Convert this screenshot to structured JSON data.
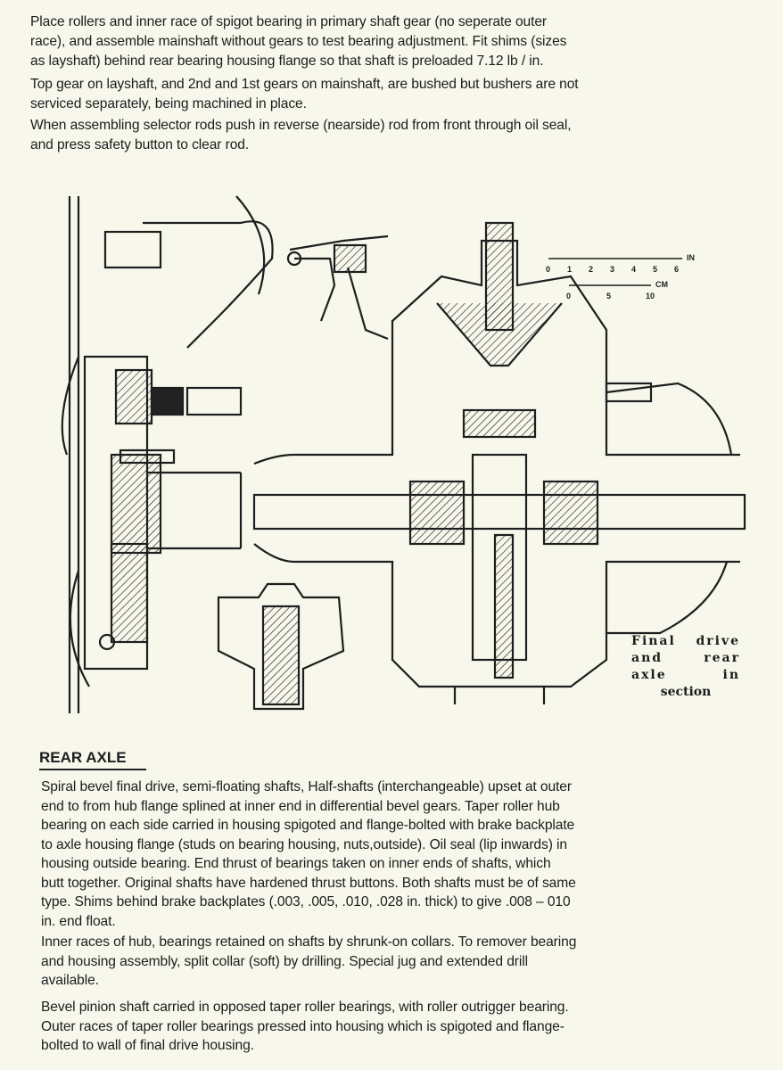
{
  "intro_paragraphs": [
    [
      "Place rollers and inner race of spigot bearing in primary shaft gear (no seperate outer",
      "race), and assemble mainshaft without gears to test bearing adjustment.  Fit shims (sizes",
      "as layshaft) behind rear bearing housing flange so that shaft is preloaded 7.12 lb / in."
    ],
    [
      "Top gear on layshaft, and 2nd and 1st gears on mainshaft, are bushed but bushers are not",
      "serviced separately, being machined in place."
    ],
    [
      "When assembling selector rods push in reverse (nearside) rod from front through oil seal,",
      "and press safety button to clear rod."
    ]
  ],
  "figure": {
    "caption_lines": [
      "Final drive",
      "and rear",
      "axle in",
      "section"
    ],
    "scale_inches": {
      "ticks": [
        "0",
        "1",
        "2",
        "3",
        "4",
        "5",
        "6"
      ],
      "unit": "IN"
    },
    "scale_cm": {
      "ticks": [
        "0",
        "5",
        "10"
      ],
      "unit": "CM"
    }
  },
  "section": {
    "heading": "REAR AXLE",
    "paragraphs": [
      [
        "Spiral bevel final drive, semi-floating shafts,  Half-shafts (interchangeable) upset at outer",
        "end to from hub flange splined at inner end in differential bevel gears.  Taper roller hub",
        "bearing on each side carried in housing spigoted and flange-bolted with brake backplate",
        "to axle housing flange (studs on bearing housing, nuts,outside).  Oil seal (lip inwards) in",
        "housing outside bearing.  End thrust of bearings taken on inner ends of shafts, which",
        "butt together. Original shafts have hardened thrust buttons.  Both shafts must be of same",
        "type.  Shims behind brake backplates (.003, .005, .010, .028 in. thick) to give .008 – 010",
        "in. end float."
      ],
      [
        "Inner races of hub, bearings retained on shafts by shrunk-on collars.  To remover bearing",
        "and housing assembly, split collar (soft) by drilling.  Special jug and extended drill",
        "available."
      ],
      [
        "Bevel pinion shaft carried in opposed taper roller bearings, with roller outrigger bearing.",
        "Outer races of taper roller bearings pressed into housing which is spigoted and flange-",
        "bolted to wall of final drive housing."
      ]
    ]
  }
}
